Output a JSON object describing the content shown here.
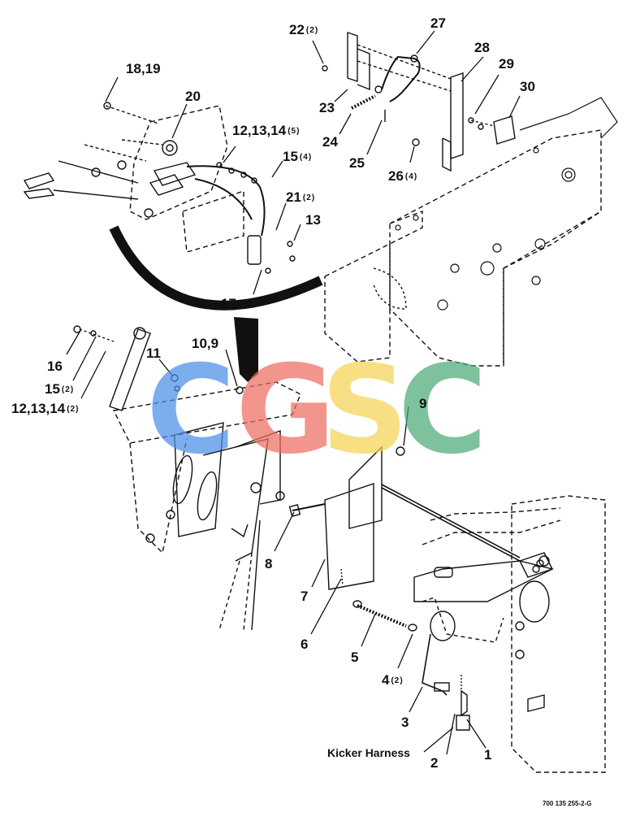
{
  "callouts": [
    {
      "id": "c22",
      "text": "22",
      "qty": "(2)"
    },
    {
      "id": "c27",
      "text": "27",
      "qty": ""
    },
    {
      "id": "c28",
      "text": "28",
      "qty": ""
    },
    {
      "id": "c29",
      "text": "29",
      "qty": ""
    },
    {
      "id": "c30",
      "text": "30",
      "qty": ""
    },
    {
      "id": "c23",
      "text": "23",
      "qty": ""
    },
    {
      "id": "c24",
      "text": "24",
      "qty": ""
    },
    {
      "id": "c25",
      "text": "25",
      "qty": ""
    },
    {
      "id": "c26",
      "text": "26",
      "qty": "(4)"
    },
    {
      "id": "c1819",
      "text": "18,19",
      "qty": ""
    },
    {
      "id": "c20",
      "text": "20",
      "qty": ""
    },
    {
      "id": "c121314a",
      "text": "12,13,14",
      "qty": "(5)"
    },
    {
      "id": "c15a",
      "text": "15",
      "qty": "(4)"
    },
    {
      "id": "c21",
      "text": "21",
      "qty": "(2)"
    },
    {
      "id": "c13",
      "text": "13",
      "qty": ""
    },
    {
      "id": "c17",
      "text": "17",
      "qty": "(2)"
    },
    {
      "id": "c16",
      "text": "16",
      "qty": ""
    },
    {
      "id": "c15b",
      "text": "15",
      "qty": "(2)"
    },
    {
      "id": "c121314b",
      "text": "12,13,14",
      "qty": "(2)"
    },
    {
      "id": "c11",
      "text": "11",
      "qty": ""
    },
    {
      "id": "c109",
      "text": "10,9",
      "qty": ""
    },
    {
      "id": "c9",
      "text": "9",
      "qty": ""
    },
    {
      "id": "c8",
      "text": "8",
      "qty": ""
    },
    {
      "id": "c7",
      "text": "7",
      "qty": ""
    },
    {
      "id": "c6",
      "text": "6",
      "qty": ""
    },
    {
      "id": "c5",
      "text": "5",
      "qty": ""
    },
    {
      "id": "c4",
      "text": "4",
      "qty": "(2)"
    },
    {
      "id": "c3",
      "text": "3",
      "qty": ""
    },
    {
      "id": "c2",
      "text": "2",
      "qty": ""
    },
    {
      "id": "c1",
      "text": "1",
      "qty": ""
    }
  ],
  "kicker_label": "Kicker Harness",
  "drawing_number": "700 135 255-2-G",
  "watermark": {
    "letters": [
      "C",
      "G",
      "S",
      "C"
    ],
    "colors": [
      "#4a8fe8",
      "#ee6e62",
      "#f6d454",
      "#4cab78"
    ]
  }
}
